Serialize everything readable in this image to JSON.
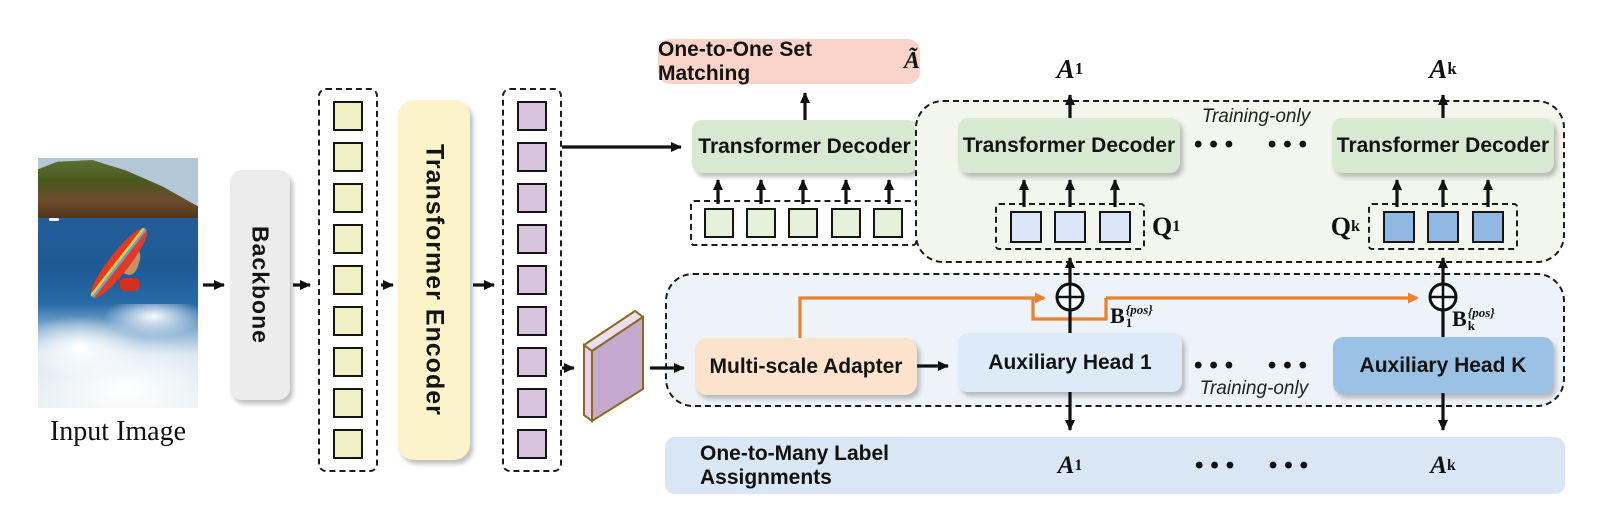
{
  "figure": {
    "input_image": {
      "caption": "Input Image"
    },
    "backbone": {
      "label": "Backbone"
    },
    "encoder": {
      "label": "Transformer Encoder"
    },
    "matching": {
      "label": "One-to-One Set Matching",
      "symbol": "Ã"
    },
    "main_decoder": {
      "label": "Transformer Decoder"
    },
    "branch1": {
      "decoder_label": "Transformer Decoder",
      "assignment": {
        "base": "A",
        "sub": "1"
      },
      "query": {
        "base": "Q",
        "sub": "1"
      },
      "aux_head": {
        "label": "Auxiliary Head 1"
      },
      "offset": {
        "base": "B",
        "sub": "1",
        "sup": "{pos}"
      }
    },
    "branchK": {
      "decoder_label": "Transformer Decoder",
      "assignment": {
        "base": "A",
        "sub": "k"
      },
      "query": {
        "base": "Q",
        "sub": "k"
      },
      "aux_head": {
        "label": "Auxiliary Head K"
      },
      "offset": {
        "base": "B",
        "sub": "k",
        "sup": "{pos}"
      }
    },
    "adapter": {
      "label": "Multi-scale Adapter"
    },
    "one_to_many": {
      "label": "One-to-Many Label Assignments"
    },
    "training_only": "Training-only",
    "dots": "••• •••"
  },
  "colors": {
    "matching_pink": "#FBD4C9",
    "decoder_green": "#D8E9D1",
    "query_token_green": "#E4F0DA",
    "top_container_tint": "#F2F6ED",
    "bottom_container_tint": "#EEF3FA",
    "assignments_bar_blue": "#D9E6F4",
    "aux_head_1_blue": "#DCEBF7",
    "aux_head_k_blue": "#9BC2E4",
    "query_q1_blue": "#DBE7F8",
    "query_qk_blue": "#90B8E2",
    "token_yellow": "#F0F2C6",
    "token_purple": "#D9C4DE",
    "encoder_yellow": "#FDF3CB",
    "backbone_gray": "#ECECEC",
    "wire_orange": "#E8822D"
  }
}
